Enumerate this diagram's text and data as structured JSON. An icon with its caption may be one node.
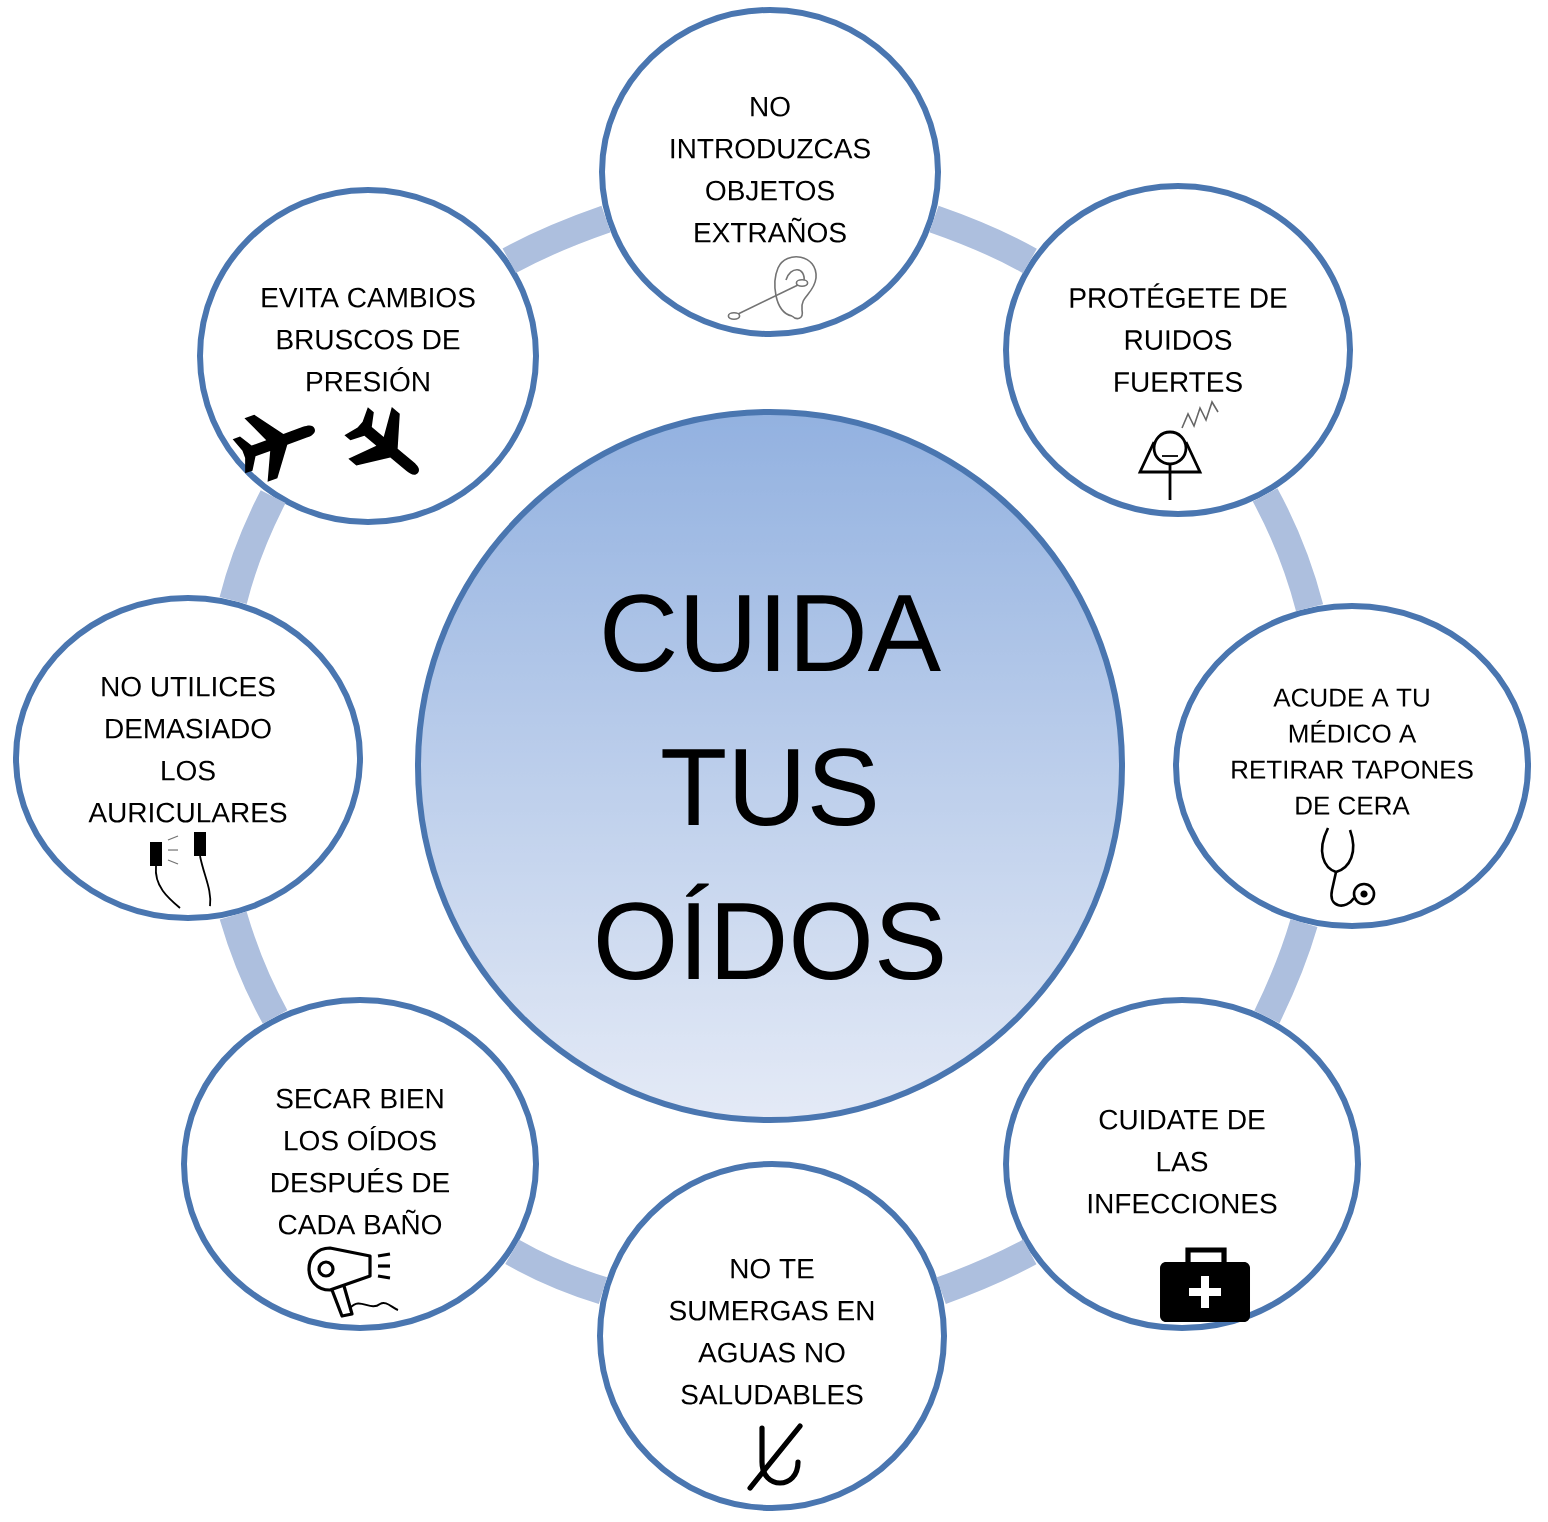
{
  "diagram": {
    "nodes": [
      {
        "text": [
          "CUIDA TUS OÍDOS"
        ]
      },
      {
        "text": [
          "NO INTRODUZCAS OBJETOS EXTRAÑOS"
        ]
      },
      {
        "text": [
          "PROTÉGETE DE RUIDOS FUERTES"
        ]
      },
      {
        "text": [
          "ACUDE A TU MÉDICO A RETIRAR TAPONES DE CERA"
        ]
      },
      {
        "text": [
          "CUIDATE DE LAS INFECCIONES"
        ]
      },
      {
        "text": [
          "NO TE SUMERGAS EN AGUAS NO SALUDABLES"
        ]
      },
      {
        "text": [
          "SECAR BIEN LOS OÍDOS DESPUÉS DE CADA BAÑO"
        ]
      },
      {
        "text": [
          "NO UTILICES DEMASIADO LOS AURICULARES"
        ]
      },
      {
        "text": [
          "EVITA CAMBIOS BRUSCOS DE PRESIÓN"
        ]
      }
    ],
    "edges": [
      {
        "from": 1,
        "to": 2,
        "arrow": "none"
      },
      {
        "from": 2,
        "to": 3,
        "arrow": "none"
      },
      {
        "from": 3,
        "to": 4,
        "arrow": "none"
      },
      {
        "from": 4,
        "to": 5,
        "arrow": "none"
      },
      {
        "from": 5,
        "to": 6,
        "arrow": "none"
      },
      {
        "from": 6,
        "to": 7,
        "arrow": "none"
      },
      {
        "from": 7,
        "to": 8,
        "arrow": "none"
      },
      {
        "from": 8,
        "to": 1,
        "arrow": "none"
      }
    ]
  }
}
